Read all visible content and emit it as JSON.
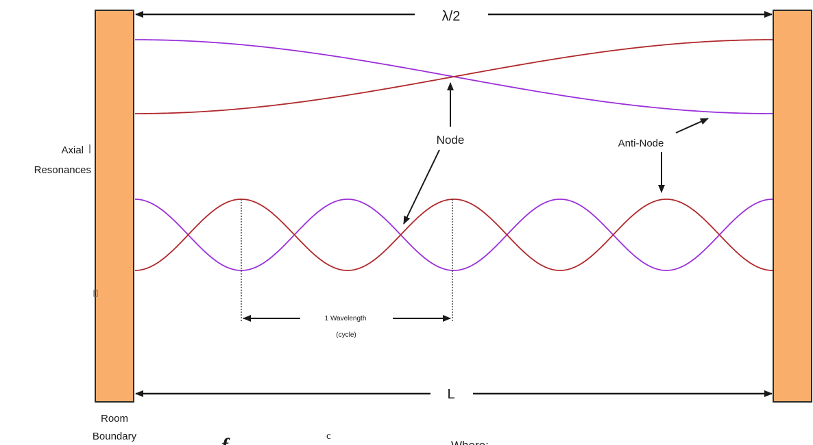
{
  "colors": {
    "wall_fill": "#f9ae6b",
    "wall_stroke": "#2a2a2a",
    "wave_purple": "#9b30d9",
    "wave_red": "#b0282a",
    "arrow": "#1a1a1a"
  },
  "labels": {
    "half_lambda": "λ/2",
    "length": "L",
    "node": "Node",
    "anti_node": "Anti-Node",
    "axial_line1": "Axial",
    "axial_line2": "Resonances",
    "wavelength_line1": "1 Wavelength",
    "wavelength_line2": "(cycle)",
    "room_line1": "Room",
    "room_line2": "Boundary",
    "formula_f": "f",
    "formula_c": "c",
    "where": "Where:"
  }
}
